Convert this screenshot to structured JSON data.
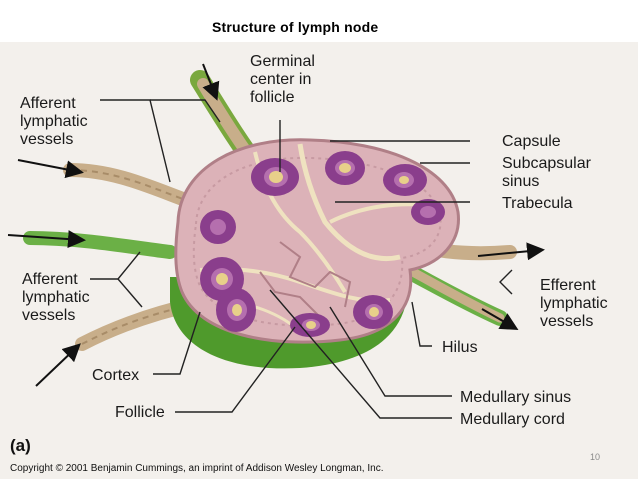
{
  "slide": {
    "title": "Structure of lymph node",
    "page_number": "10"
  },
  "figure": {
    "panel_letter": "(a)",
    "copyright": "Copyright © 2001 Benjamin Cummings, an imprint of Addison Wesley Longman, Inc.",
    "labels": {
      "afferent_top": [
        "Afferent",
        "lymphatic",
        "vessels"
      ],
      "afferent_bottom": [
        "Afferent",
        "lymphatic",
        "vessels"
      ],
      "germinal": [
        "Germinal",
        "center in",
        "follicle"
      ],
      "capsule": "Capsule",
      "subcapsular": [
        "Subcapsular",
        "sinus"
      ],
      "trabecula": "Trabecula",
      "efferent": [
        "Efferent",
        "lymphatic",
        "vessels"
      ],
      "hilus": "Hilus",
      "cortex": "Cortex",
      "follicle": "Follicle",
      "medullary_sinus": "Medullary sinus",
      "medullary_cord": "Medullary cord"
    }
  },
  "colors": {
    "capsule_green": "#4f9a2c",
    "vessel_tan": "#c8ae8a",
    "node_pink": "#dcb2b8",
    "follicle_purple": "#8a3e8c",
    "germinal_cream": "#e8d08a"
  }
}
